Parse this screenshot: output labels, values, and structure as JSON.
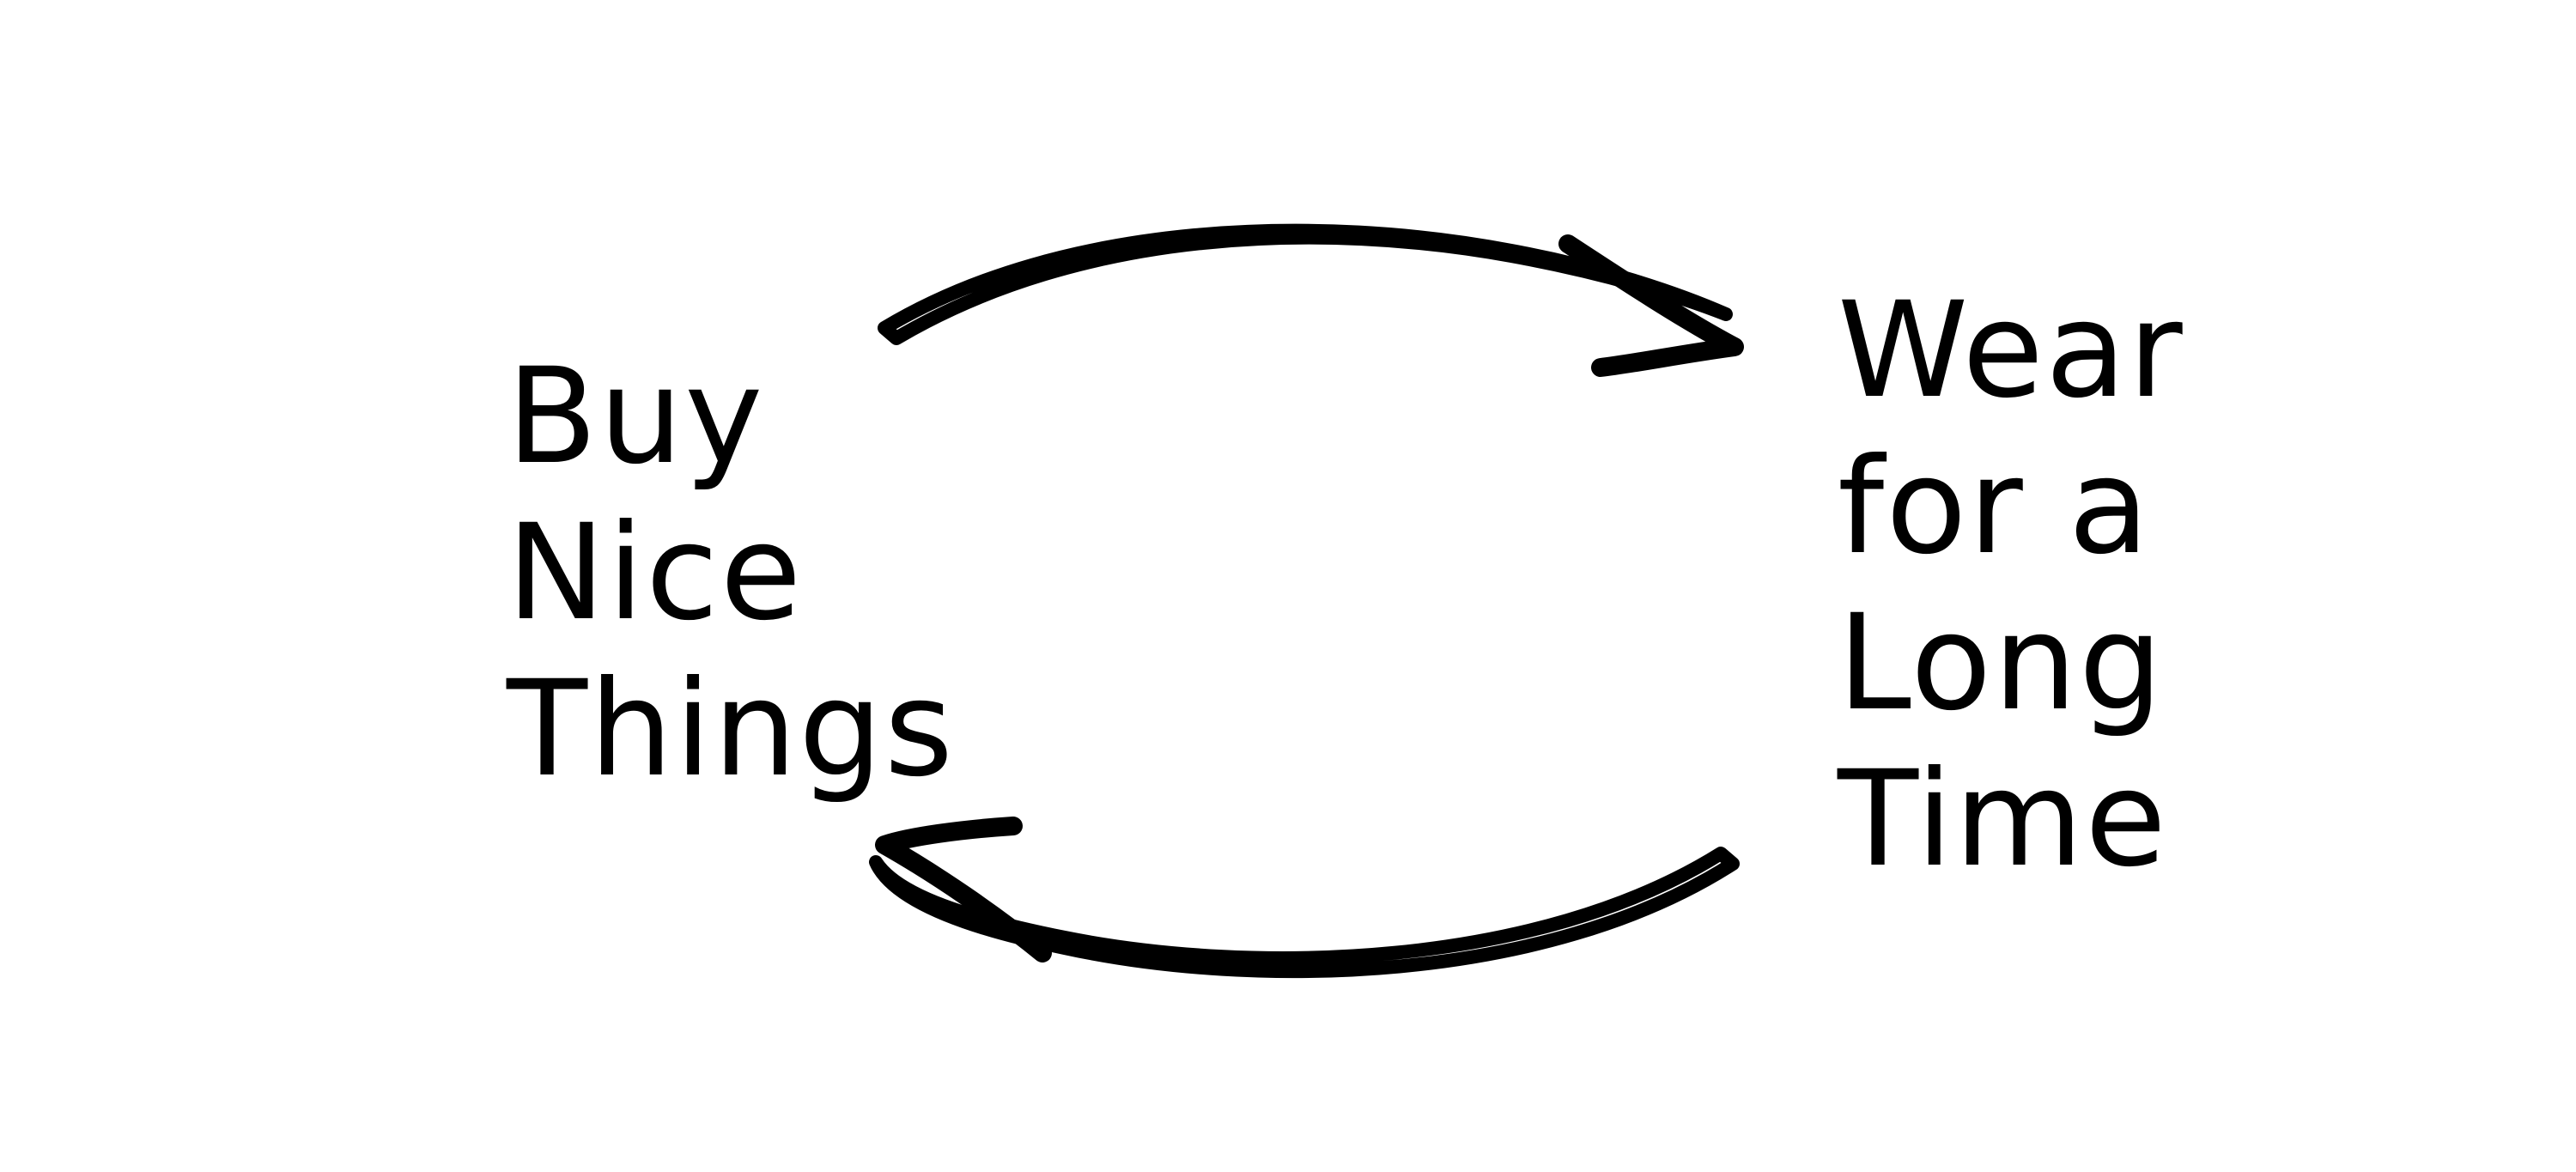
{
  "diagram": {
    "left_label": {
      "lines": [
        "Buy",
        "Nice",
        "Things"
      ]
    },
    "right_label": {
      "lines": [
        "Wear",
        "for a",
        "Long",
        "Time"
      ]
    },
    "colors": {
      "text": "#000000",
      "arrow": "#000000",
      "background": "#ffffff"
    },
    "arrows": [
      {
        "from": "Buy Nice Things",
        "to": "Wear for a Long Time",
        "direction": "right"
      },
      {
        "from": "Wear for a Long Time",
        "to": "Buy Nice Things",
        "direction": "left"
      }
    ]
  }
}
